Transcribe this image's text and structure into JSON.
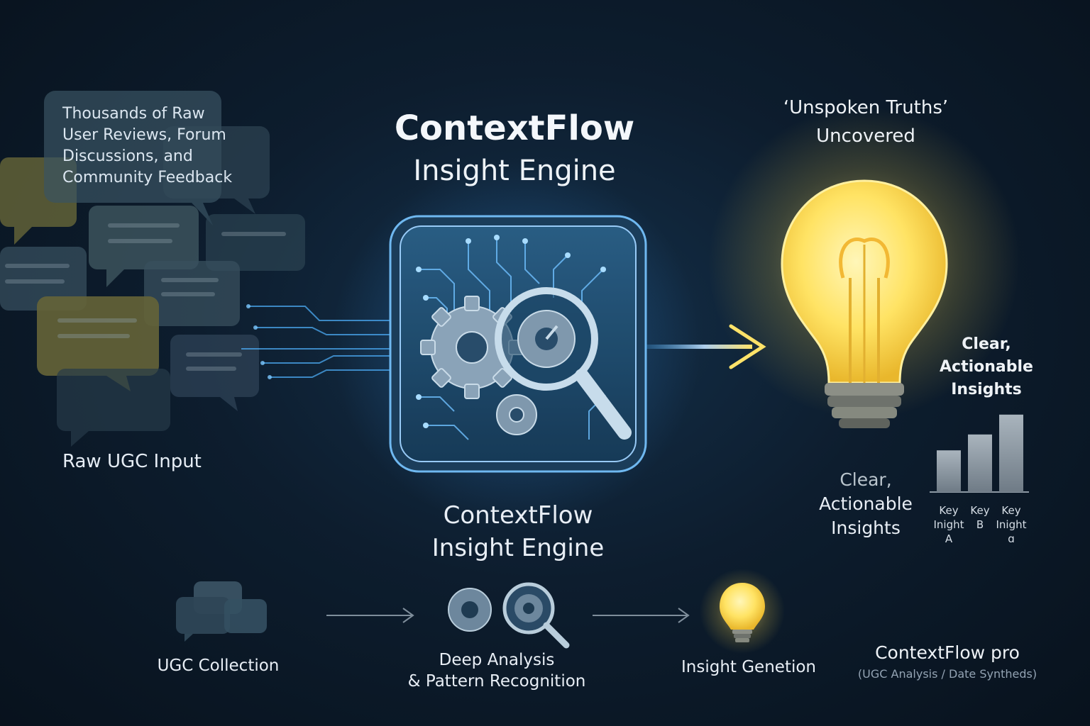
{
  "input": {
    "caption_lines": [
      "Thousands of Raw",
      "User Reviews, Forum",
      "Discussions, and",
      "Community Feedback"
    ],
    "label": "Raw UGC Input"
  },
  "engine": {
    "title": "ContextFlow",
    "subtitle": "Insight Engine",
    "title2_line1": "ContextFlow",
    "title2_line2": "Insight Engine"
  },
  "output": {
    "truths_line1": "‘Unspoken Truths’",
    "truths_line2": "Uncovered",
    "insights_right": [
      "Clear,",
      "Actionable",
      "Insights"
    ],
    "insights_center": [
      "Clear,",
      "Actionable",
      "Insights"
    ]
  },
  "chart_data": {
    "type": "bar",
    "categories": [
      [
        "Key",
        "Inight",
        "A"
      ],
      [
        "Key",
        "B"
      ],
      [
        "Key",
        "Inight",
        "ɑ"
      ]
    ],
    "values": [
      0.42,
      0.58,
      0.78
    ],
    "ylim": [
      0,
      1
    ],
    "grid": false,
    "title": "",
    "xlabel": "",
    "ylabel": ""
  },
  "pipeline": {
    "steps": [
      {
        "label_lines": [
          "UGC Collection"
        ],
        "icon": "chat-bubbles-icon"
      },
      {
        "label_lines": [
          "Deep Analysis",
          "& Pattern Recognition"
        ],
        "icon": "gears-magnifier-icon"
      },
      {
        "label_lines": [
          "Insight Genetion"
        ],
        "icon": "lightbulb-icon"
      }
    ]
  },
  "brand": {
    "name": "ContextFlow pro",
    "sub": "(UGC Analysis / Date Syntheds)"
  },
  "colors": {
    "background": "#0b1726",
    "accent_blue": "#4fb3ff",
    "accent_yellow": "#ffd94a",
    "bubble_olive": "#6b6a3a",
    "bubble_slate": "#3c5566"
  }
}
